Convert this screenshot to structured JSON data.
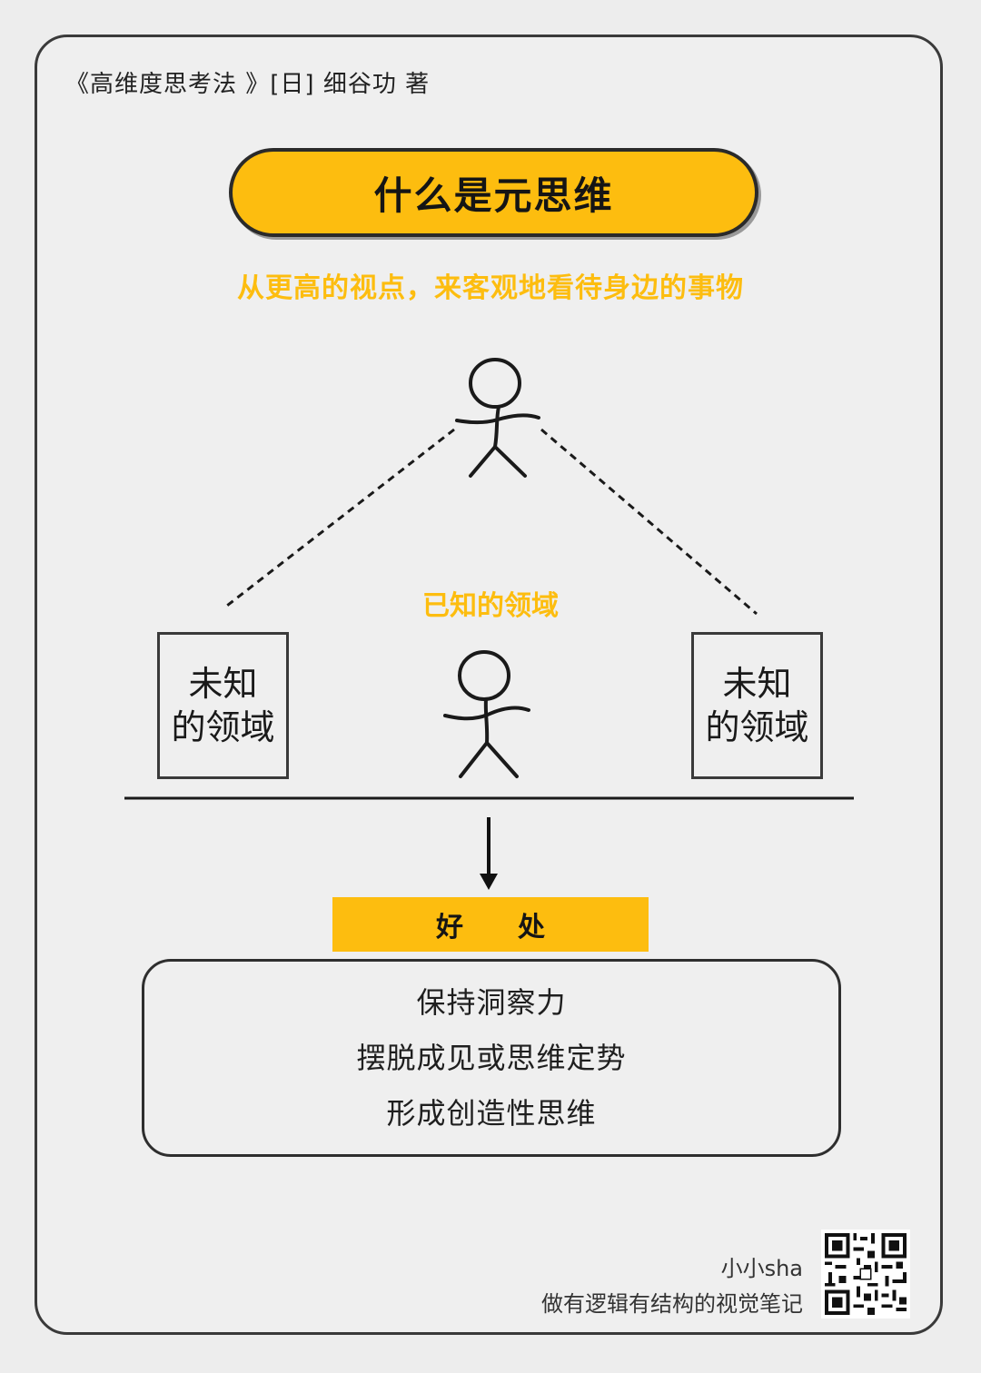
{
  "book_info": "《高维度思考法 》[日] 细谷功 著",
  "title": "什么是元思维",
  "subtitle": "从更高的视点，来客观地看待身边的事物",
  "known_domain": "已知的领域",
  "unknown_domain": {
    "line1": "未知",
    "line2": "的领域"
  },
  "benefits": {
    "heading": "好　　处",
    "items": [
      "保持洞察力",
      "摆脱成见或思维定势",
      "形成创造性思维"
    ]
  },
  "author": {
    "name": "小小sha",
    "tagline": "做有逻辑有结构的视觉笔记"
  },
  "colors": {
    "accent": "#fdbd0f",
    "ink": "#1a1a1a",
    "background": "#ededed"
  },
  "icons": [
    "stick-figure-top",
    "stick-figure-bottom",
    "down-arrow",
    "qr-code"
  ]
}
